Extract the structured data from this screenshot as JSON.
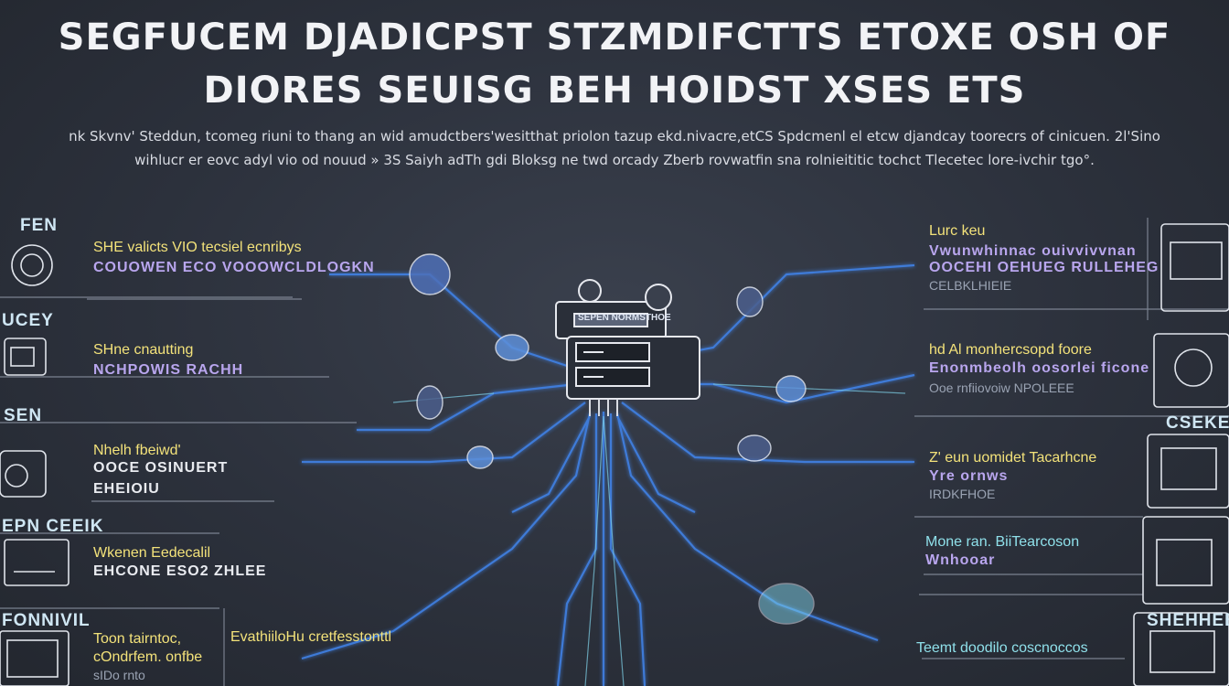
{
  "title": {
    "line1": "SEGFUCEM DJADICPST STZMDIFCTTS ETOXE OSH OF",
    "line2": "DIORES  SEUISG BEH HOIDST XSES ETS"
  },
  "subtitle": {
    "line1": "nk Skvnv' Steddun, tcomeg riuni to thang an wid amudctbers'wesitthat priolon tazup ekd.nivacre,etCS Spdcmenl el etcw djandcay toorecrs of cinicuen. 2l'Sino",
    "line2": "wihlucr er eovc adyl vio od nouud » 3S Saiyh adTh gdi Bloksg ne twd orcady Zberb rovwatfin sna rolnieititic tochct Tlecetec lore-ivchir tgo°."
  },
  "side_tags": {
    "left": [
      "FEN",
      "UCEY",
      "SEN",
      "EPN CEEIK",
      "FONNIVIL"
    ],
    "right": [
      "CSEKE",
      "SHEHHEE"
    ]
  },
  "left_blocks": [
    {
      "head": "SHE valicts VIO tecsiel ecnribys",
      "line1": "COUOWEN  ECO VOOOWCLDLOGKN",
      "line2": ""
    },
    {
      "head": "SHne cnautting",
      "line1": "NCHPOWIS RACHH",
      "line2": ""
    },
    {
      "head": "Nhelh fbeiwd'",
      "line1": "OOCE OSINUERT",
      "line2": "EHEIOIU"
    },
    {
      "head": "Wkenen Eedecalil",
      "line1": "EHCONE ESO2 ZHLEE",
      "line2": ""
    },
    {
      "head": "Toon tairntoc,",
      "line1": "cOndrfem. onfbe",
      "line2": "sIDo rnto"
    }
  ],
  "right_blocks": [
    {
      "head": "Lurc keu",
      "line1": "Vwunwhinnac ouivvivvnan",
      "line2": "OOCEHI OEHUEG RULLEHEG",
      "line3": "CELBKLHIEIE"
    },
    {
      "head": "hd Al monhercsopd foore",
      "line1": "Enonmbeolh oosorlei ficone",
      "line2": "Ooe rnfiiovoiw NPOLEEE"
    },
    {
      "head": "Z' eun uomidet Tacarhcne",
      "line1": "Yre ornws",
      "line2": "IRDKFHOE"
    },
    {
      "head": "Mone ran. BiiTearcoson",
      "line1": "Wnhooar",
      "line2": ""
    },
    {
      "head": "Teemt doodilo coscnoccos",
      "line1": "",
      "line2": ""
    }
  ],
  "bottom_label": "EvathiiloHu cretfesstonttl",
  "server": {
    "panel": "SEPEN NORMSTHOE"
  },
  "colors": {
    "background": "#2c313c",
    "accent_blue": "#3f7fe0",
    "accent_cyan": "#7ecfe6",
    "heading_yellow": "#f3e27a",
    "heading_cyan": "#8fe0ea"
  }
}
